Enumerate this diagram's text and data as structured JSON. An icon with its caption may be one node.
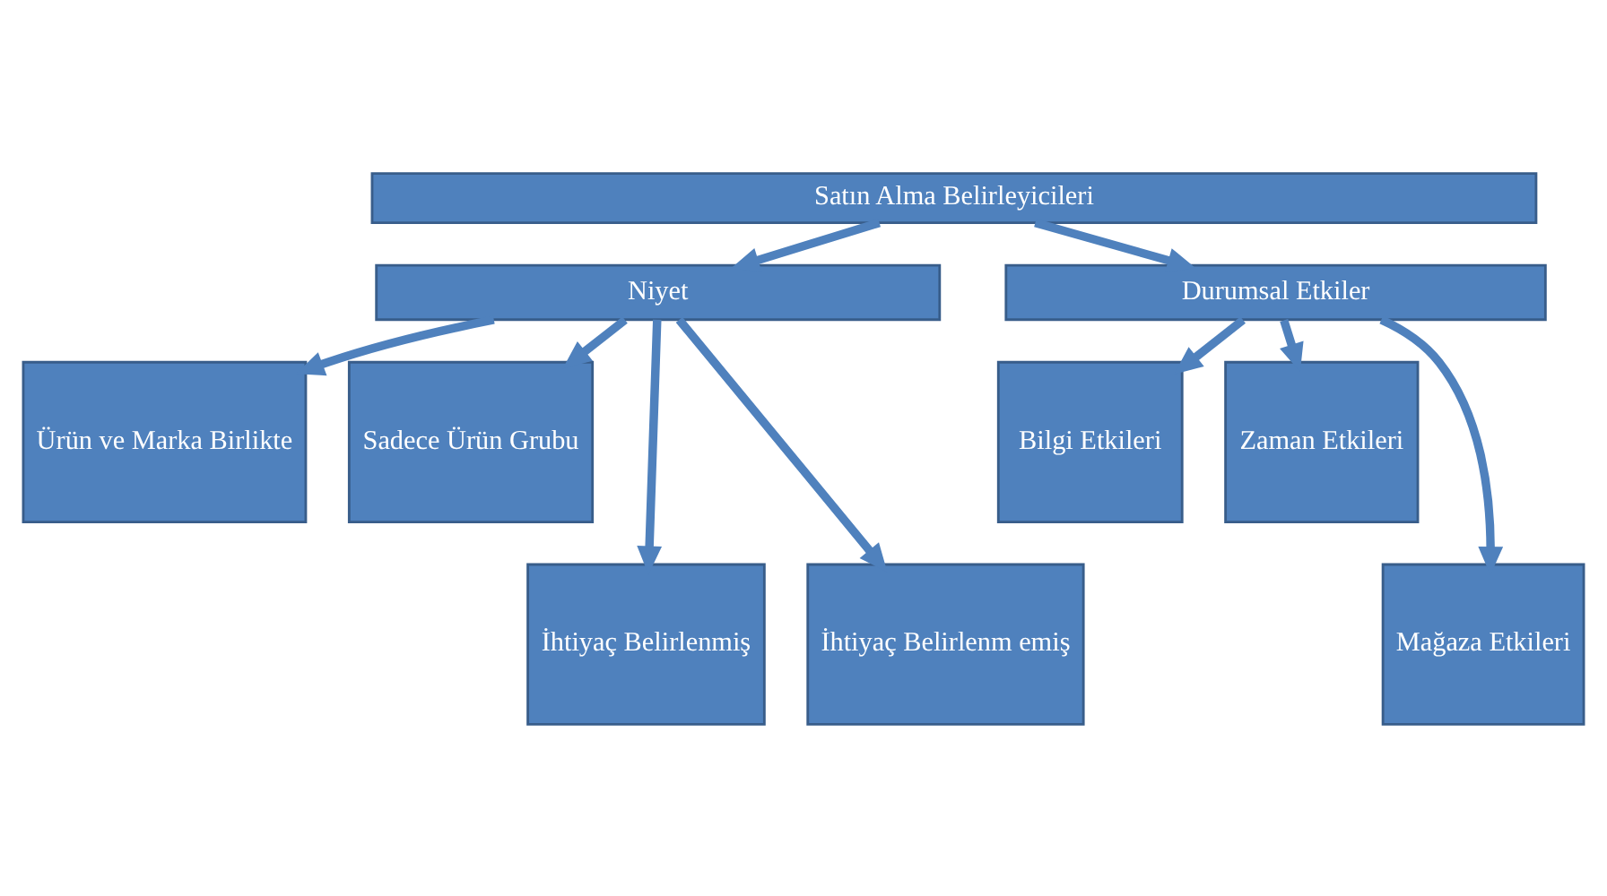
{
  "diagram": {
    "nodes": [
      {
        "text": [
          "Satın Alma Belirleyicileri"
        ]
      },
      {
        "text": [
          "Niyet"
        ]
      },
      {
        "text": [
          "Durumsal Etkiler"
        ]
      },
      {
        "text": [
          "Ürün ve Marka Birlikte"
        ]
      },
      {
        "text": [
          "Sadece Ürün Grubu"
        ]
      },
      {
        "text": [
          "Bilgi Etkileri"
        ]
      },
      {
        "text": [
          "Zaman Etkileri"
        ]
      },
      {
        "text": [
          "İhtiyaç Belirlenmiş"
        ]
      },
      {
        "text": [
          "İhtiyaç Belirlenm emiş"
        ]
      },
      {
        "text": [
          "Mağaza Etkileri"
        ]
      }
    ],
    "edges": [
      {
        "from": 0,
        "to": 1,
        "arrow": "to"
      },
      {
        "from": 0,
        "to": 2,
        "arrow": "to"
      },
      {
        "from": 1,
        "to": 3,
        "arrow": "to"
      },
      {
        "from": 1,
        "to": 7,
        "arrow": "to"
      },
      {
        "from": 1,
        "to": 8,
        "arrow": "to"
      },
      {
        "from": 1,
        "to": 4,
        "arrow": "to"
      },
      {
        "from": 2,
        "to": 5,
        "arrow": "to"
      },
      {
        "from": 2,
        "to": 9,
        "arrow": "to"
      },
      {
        "from": 2,
        "to": 6,
        "arrow": "to"
      }
    ]
  }
}
